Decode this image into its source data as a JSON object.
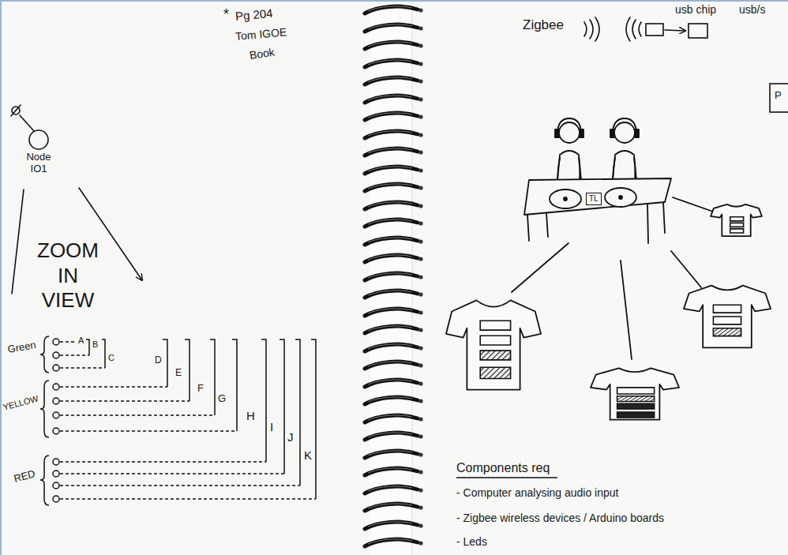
{
  "diagram": {
    "nodes": [
      {
        "text": [
          "Node IO1"
        ]
      },
      {
        "text": [
          "TL"
        ]
      }
    ],
    "labels": [
      "*",
      "Pg 204",
      "Tom IGOE",
      "Book",
      "ZOOM IN VIEW",
      "Green",
      "A",
      "B",
      "C",
      "D",
      "E",
      "F",
      "G",
      "H",
      "I",
      "J",
      "K",
      "YELLOW",
      "RED",
      "Zigbee",
      "usb chip",
      "usb/s",
      "P",
      "Components req",
      "- Computer analysing audio input",
      "- Zigbee wireless devices / Arduino boards",
      "- Leds"
    ]
  }
}
